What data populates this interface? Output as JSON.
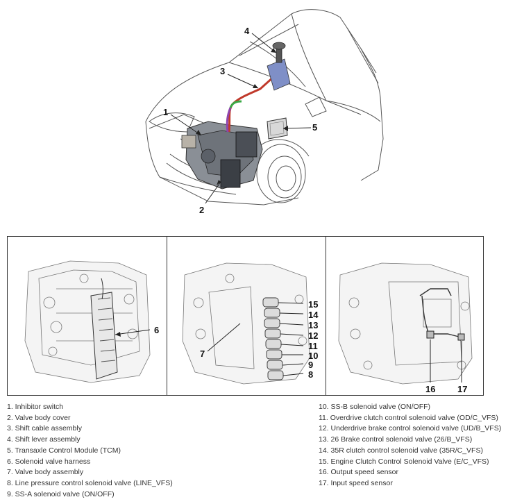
{
  "callouts": {
    "c1": "1",
    "c2": "2",
    "c3": "3",
    "c4": "4",
    "c5": "5",
    "c6": "6",
    "c7": "7",
    "c8": "8",
    "c9": "9",
    "c10": "10",
    "c11": "11",
    "c12": "12",
    "c13": "13",
    "c14": "14",
    "c15": "15",
    "c16": "16",
    "c17": "17"
  },
  "legend_left": [
    "1. Inhibitor switch",
    "2. Valve body cover",
    "3. Shift cable assembly",
    "4. Shift lever assembly",
    "5. Transaxle Control Module (TCM)",
    "6. Solenoid valve harness",
    "7. Valve body assembly",
    "8. Line pressure control solenoid valve (LINE_VFS)",
    "9. SS-A solenoid valve (ON/OFF)"
  ],
  "legend_right": [
    "10. SS-B solenoid valve (ON/OFF)",
    "11. Overdrive clutch control solenoid valve (OD/C_VFS)",
    "12. Underdrive brake control solenoid valve (UD/B_VFS)",
    "13. 26 Brake control solenoid valve (26/B_VFS)",
    "14. 35R clutch control solenoid valve (35R/C_VFS)",
    "15. Engine Clutch Control Solenoid Valve (E/C_VFS)",
    "16. Output speed sensor",
    "17. Input speed sensor"
  ],
  "colors": {
    "line": "#222222",
    "cable_red": "#c0392b",
    "cable_green": "#3aa845",
    "cable_purple": "#8e44ad",
    "module_blue": "#7f8fc7"
  }
}
